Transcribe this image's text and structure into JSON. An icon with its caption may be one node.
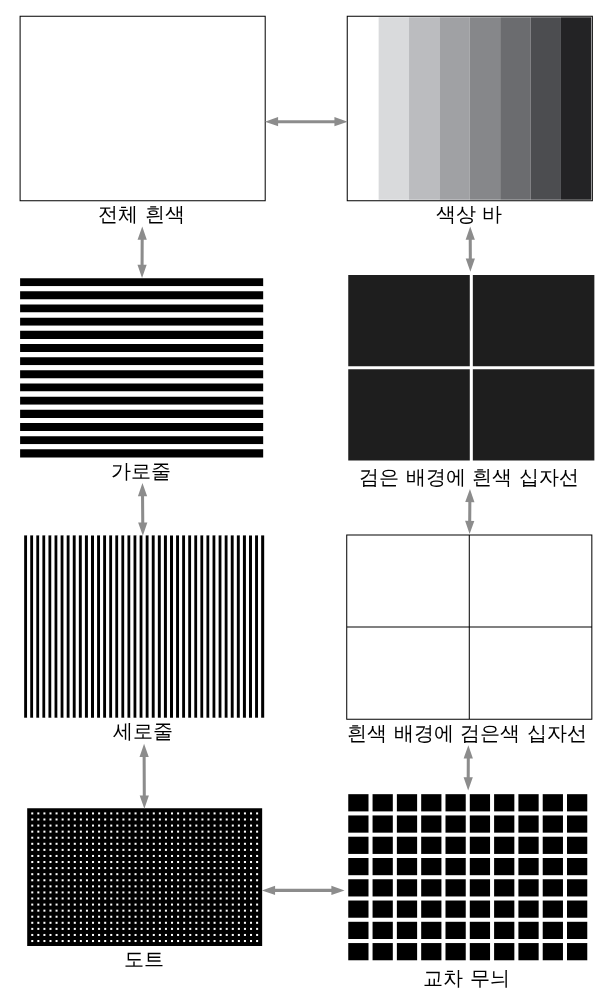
{
  "diagram": {
    "nodes": [
      {
        "text": [
          "전체 흰색"
        ]
      },
      {
        "text": [
          "색상 바"
        ]
      },
      {
        "text": [
          "가로줄"
        ]
      },
      {
        "text": [
          "검은 배경에 흰색 십자선"
        ]
      },
      {
        "text": [
          "세로줄"
        ]
      },
      {
        "text": [
          "흰색 배경에 검은색 십자선"
        ]
      },
      {
        "text": [
          "도트"
        ]
      },
      {
        "text": [
          "교차 무늬"
        ]
      }
    ],
    "edges": [
      {
        "from": 0,
        "to": 1,
        "arrow": "both"
      },
      {
        "from": 0,
        "to": 2,
        "arrow": "both"
      },
      {
        "from": 1,
        "to": 3,
        "arrow": "both"
      },
      {
        "from": 2,
        "to": 4,
        "arrow": "both"
      },
      {
        "from": 3,
        "to": 5,
        "arrow": "both"
      },
      {
        "from": 4,
        "to": 6,
        "arrow": "both"
      },
      {
        "from": 5,
        "to": 7,
        "arrow": "both"
      },
      {
        "from": 6,
        "to": 7,
        "arrow": "both"
      }
    ]
  }
}
